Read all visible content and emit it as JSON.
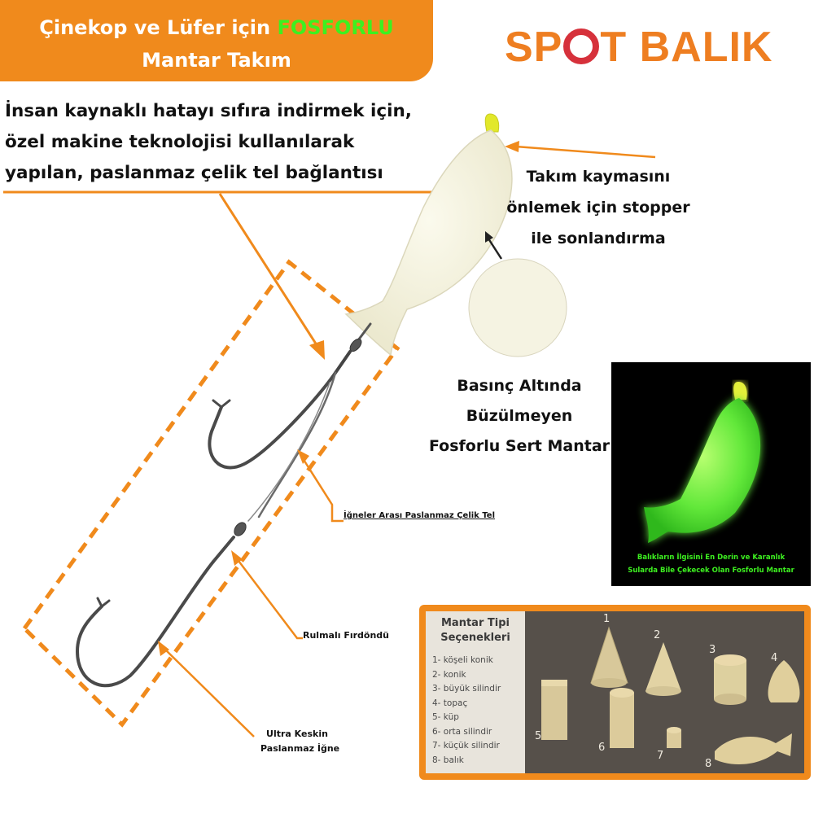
{
  "banner": {
    "line1_prefix": "Çinekop ve Lüfer için ",
    "line1_highlight": "FOSFORLU",
    "line2": "Mantar Takım"
  },
  "logo": {
    "before": "SP",
    "after": "T BALIK"
  },
  "callouts": {
    "main": [
      "İnsan kaynaklı hatayı sıfıra indirmek için,",
      "özel makine teknolojisi kullanılarak",
      "yapılan, paslanmaz çelik tel bağlantısı"
    ],
    "stopper": [
      "Takım kaymasını",
      "önlemek için stopper",
      "ile sonlandırma"
    ],
    "foam": [
      "Basınç Altında",
      "Büzülmeyen",
      "Fosforlu Sert Mantar"
    ],
    "wire": "İğneler Arası Paslanmaz Çelik Tel",
    "swivel": "Rulmalı Fırdöndü",
    "hook": [
      "Ultra Keskin",
      "Paslanmaz İğne"
    ]
  },
  "glow_caption": [
    "Balıkların İlgisini En Derin ve Karanlık",
    "Sularda Bile Çekecek Olan Fosforlu Mantar"
  ],
  "types": {
    "title": [
      "Mantar Tipi",
      "Seçenekleri"
    ],
    "items": [
      "1- köşeli konik",
      "2- konik",
      "3- büyük silindir",
      "4- topaç",
      "5- küp",
      "6- orta silindir",
      "7- küçük silindir",
      "8- balık"
    ],
    "numbers": [
      "1",
      "2",
      "3",
      "4",
      "5",
      "6",
      "7",
      "8"
    ]
  },
  "colors": {
    "accent": "#f08a1c",
    "glow": "#3df020",
    "logo": "#ee7e21",
    "ring": "#d6313b"
  }
}
